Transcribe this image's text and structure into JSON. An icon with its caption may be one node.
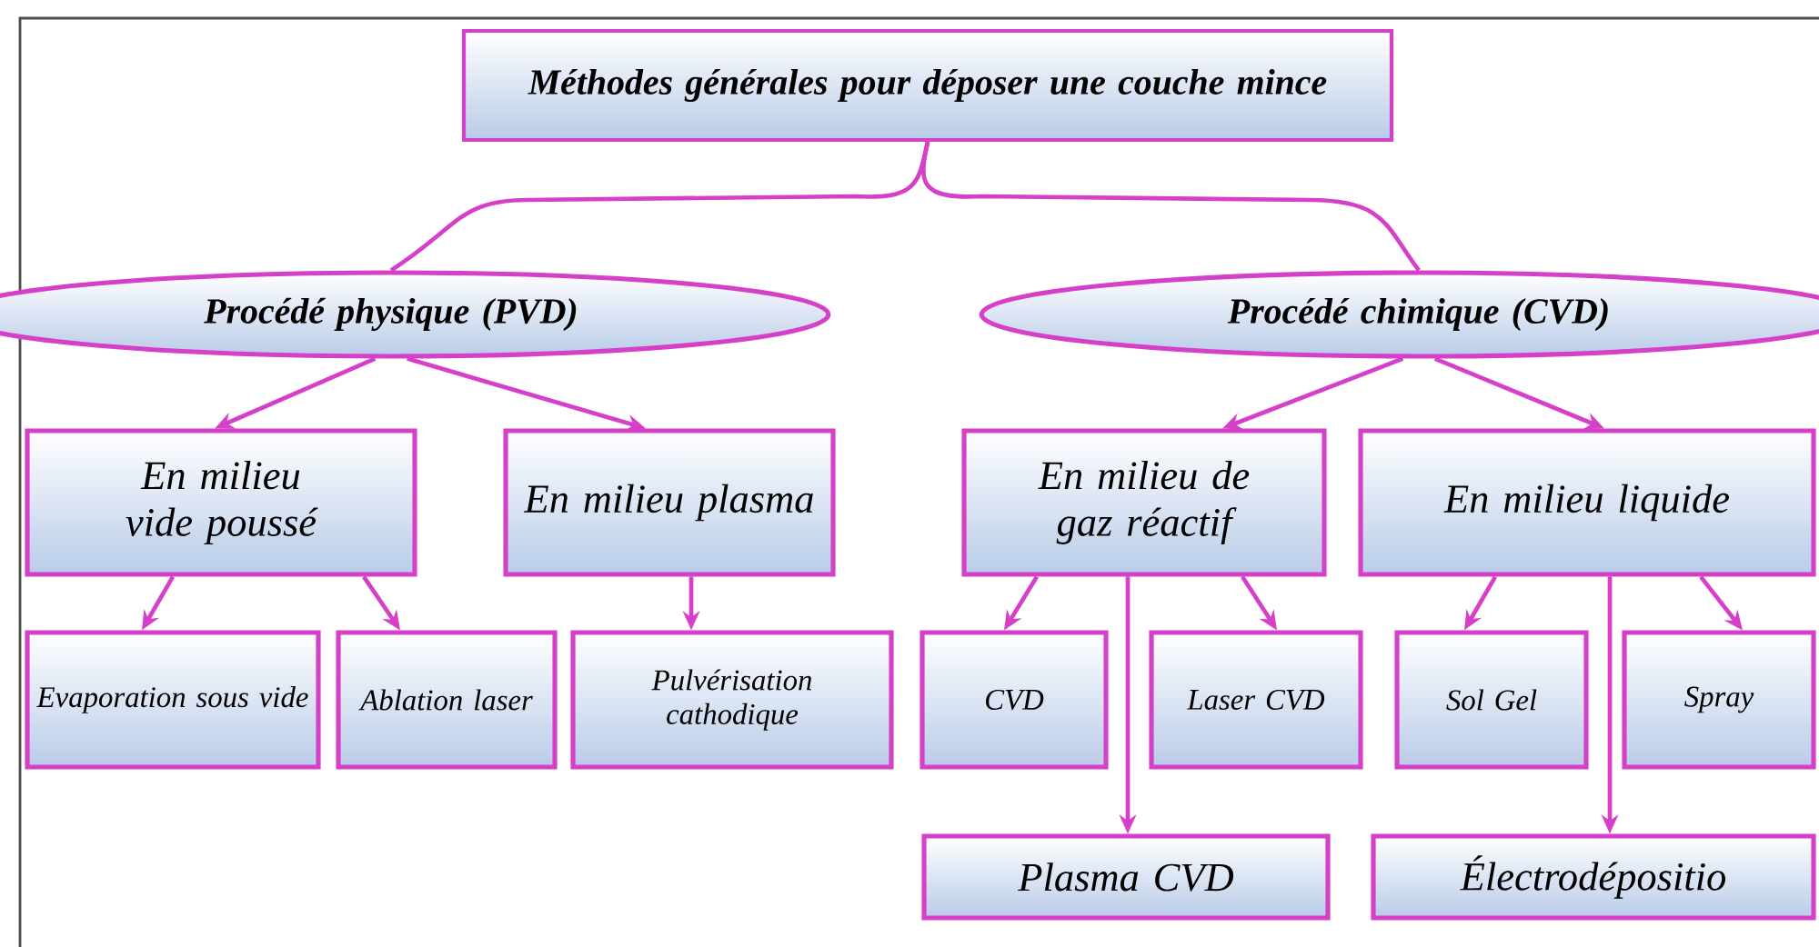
{
  "diagram": {
    "nodes": [
      {
        "text": [
          "Méthodes générales pour déposer une couche mince"
        ]
      },
      {
        "text": [
          "Procédé physique (PVD)"
        ]
      },
      {
        "text": [
          "Procédé chimique (CVD)"
        ]
      },
      {
        "text": [
          "En milieu vide poussé"
        ]
      },
      {
        "text": [
          "En milieu plasma"
        ]
      },
      {
        "text": [
          "En milieu de gaz réactif"
        ]
      },
      {
        "text": [
          "En milieu liquide"
        ]
      },
      {
        "text": [
          "Evaporation sous vide"
        ]
      },
      {
        "text": [
          "Ablation laser"
        ]
      },
      {
        "text": [
          "Pulvérisation cathodique"
        ]
      },
      {
        "text": [
          "CVD"
        ]
      },
      {
        "text": [
          "Laser CVD"
        ]
      },
      {
        "text": [
          "Sol Gel"
        ]
      },
      {
        "text": [
          "Spray"
        ]
      },
      {
        "text": [
          "Plasma CVD"
        ]
      },
      {
        "text": [
          "Électrodépositio"
        ]
      }
    ],
    "edges": [
      {
        "from": 0,
        "to": 1,
        "arrow": "none"
      },
      {
        "from": 0,
        "to": 2,
        "arrow": "none"
      },
      {
        "from": 1,
        "to": 3,
        "arrow": "to"
      },
      {
        "from": 1,
        "to": 4,
        "arrow": "to"
      },
      {
        "from": 2,
        "to": 5,
        "arrow": "to"
      },
      {
        "from": 2,
        "to": 6,
        "arrow": "to"
      },
      {
        "from": 3,
        "to": 7,
        "arrow": "to"
      },
      {
        "from": 3,
        "to": 8,
        "arrow": "to"
      },
      {
        "from": 4,
        "to": 9,
        "arrow": "to"
      },
      {
        "from": 5,
        "to": 10,
        "arrow": "to"
      },
      {
        "from": 5,
        "to": 11,
        "arrow": "to"
      },
      {
        "from": 5,
        "to": 14,
        "arrow": "to"
      },
      {
        "from": 6,
        "to": 12,
        "arrow": "to"
      },
      {
        "from": 6,
        "to": 13,
        "arrow": "to"
      },
      {
        "from": 6,
        "to": 15,
        "arrow": "to"
      }
    ]
  }
}
